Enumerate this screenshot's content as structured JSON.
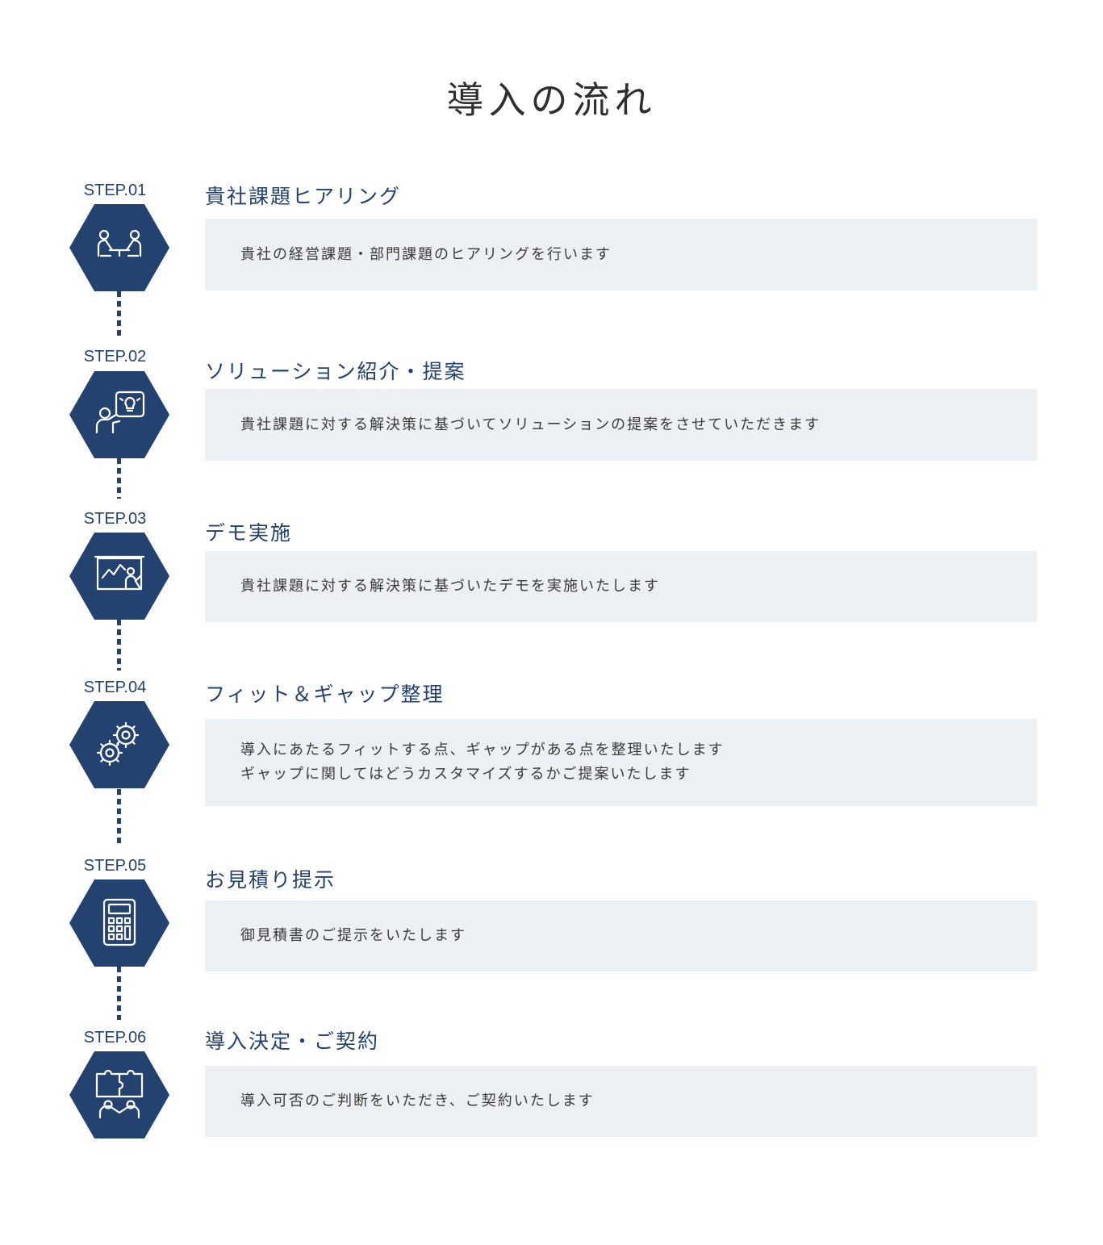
{
  "page": {
    "title": "導入の流れ"
  },
  "steps": [
    {
      "label": "STEP.01",
      "icon": "meeting-people-icon",
      "title": "貴社課題ヒアリング",
      "lines": [
        "貴社の経営課題・部門課題のヒアリングを行います"
      ]
    },
    {
      "label": "STEP.02",
      "icon": "presenter-idea-icon",
      "title": "ソリューション紹介・提案",
      "lines": [
        "貴社課題に対する解決策に基づいてソリューションの提案をさせていただきます"
      ]
    },
    {
      "label": "STEP.03",
      "icon": "demo-presentation-icon",
      "title": "デモ実施",
      "lines": [
        "貴社課題に対する解決策に基づいたデモを実施いたします"
      ]
    },
    {
      "label": "STEP.04",
      "icon": "gears-icon",
      "title": "フィット＆ギャップ整理",
      "lines": [
        "導入にあたるフィットする点、ギャップがある点を整理いたします",
        "ギャップに関してはどうカスタマイズするかご提案いたします"
      ]
    },
    {
      "label": "STEP.05",
      "icon": "calculator-icon",
      "title": "お見積り提示",
      "lines": [
        "御見積書のご提示をいたします"
      ]
    },
    {
      "label": "STEP.06",
      "icon": "puzzle-agreement-icon",
      "title": "導入決定・ご契約",
      "lines": [
        "導入可否のご判断をいただき、ご契約いたします"
      ]
    }
  ]
}
